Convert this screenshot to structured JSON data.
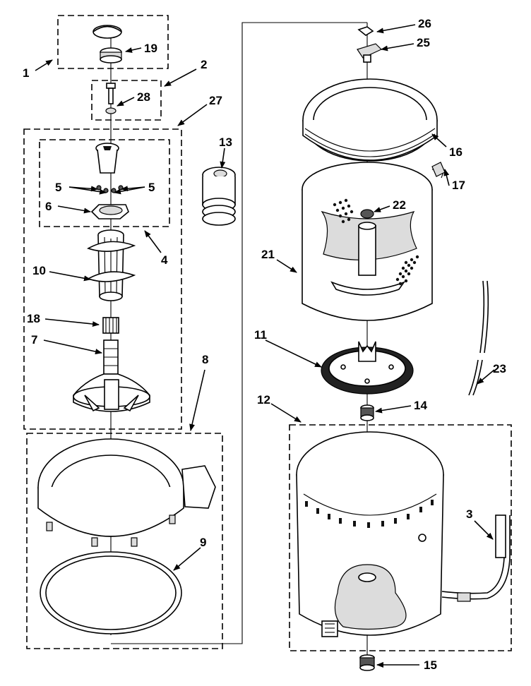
{
  "diagram": {
    "part_numbers": {
      "p1": "1",
      "p2": "2",
      "p3": "3",
      "p4": "4",
      "p5a": "5",
      "p5b": "5",
      "p6": "6",
      "p7": "7",
      "p8": "8",
      "p9": "9",
      "p10": "10",
      "p11": "11",
      "p12": "12",
      "p13": "13",
      "p14": "14",
      "p15": "15",
      "p16": "16",
      "p17": "17",
      "p18": "18",
      "p19": "19",
      "p21": "21",
      "p22": "22",
      "p23": "23",
      "p25": "25",
      "p26": "26",
      "p27": "27",
      "p28": "28"
    }
  }
}
